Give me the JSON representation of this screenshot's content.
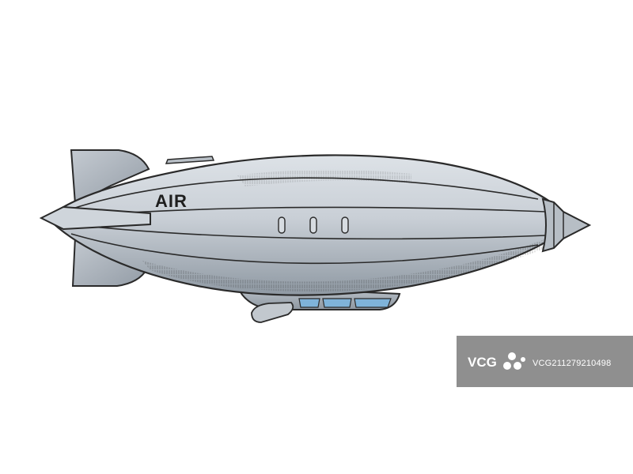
{
  "image": {
    "subject": "airship",
    "hull_label": "AIR",
    "colors": {
      "background": "#ffffff",
      "hull": "#c9cfd6",
      "hull_shadow": "#9aa3ac",
      "outline": "#2a2a2a",
      "window": "#7fb3d9",
      "watermark_bg": "#8f8f8f"
    }
  },
  "watermark": {
    "logo_text": "VCG",
    "id": "VCG211279210498"
  }
}
